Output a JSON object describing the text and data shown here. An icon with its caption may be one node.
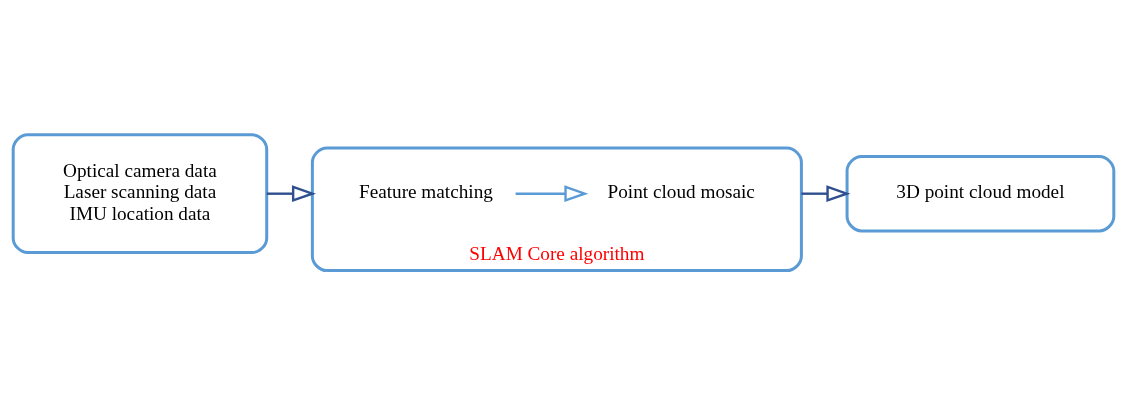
{
  "diagram": {
    "nodes": [
      {
        "text": [
          "Optical camera data",
          "Laser scanning data",
          "IMU location data"
        ]
      },
      {
        "text": [
          "SLAM Core algorithm"
        ]
      },
      {
        "text": [
          "Feature matching"
        ],
        "in": 1
      },
      {
        "text": [
          "Point cloud mosaic"
        ],
        "in": 1
      },
      {
        "text": [
          "3D point cloud model"
        ]
      }
    ],
    "edges": [
      {
        "from": 0,
        "to": 2,
        "arrow": "to"
      },
      {
        "from": 2,
        "to": 3,
        "arrow": "to",
        "color": "#5b9bd5"
      },
      {
        "from": 3,
        "to": 4,
        "arrow": "to"
      }
    ]
  }
}
